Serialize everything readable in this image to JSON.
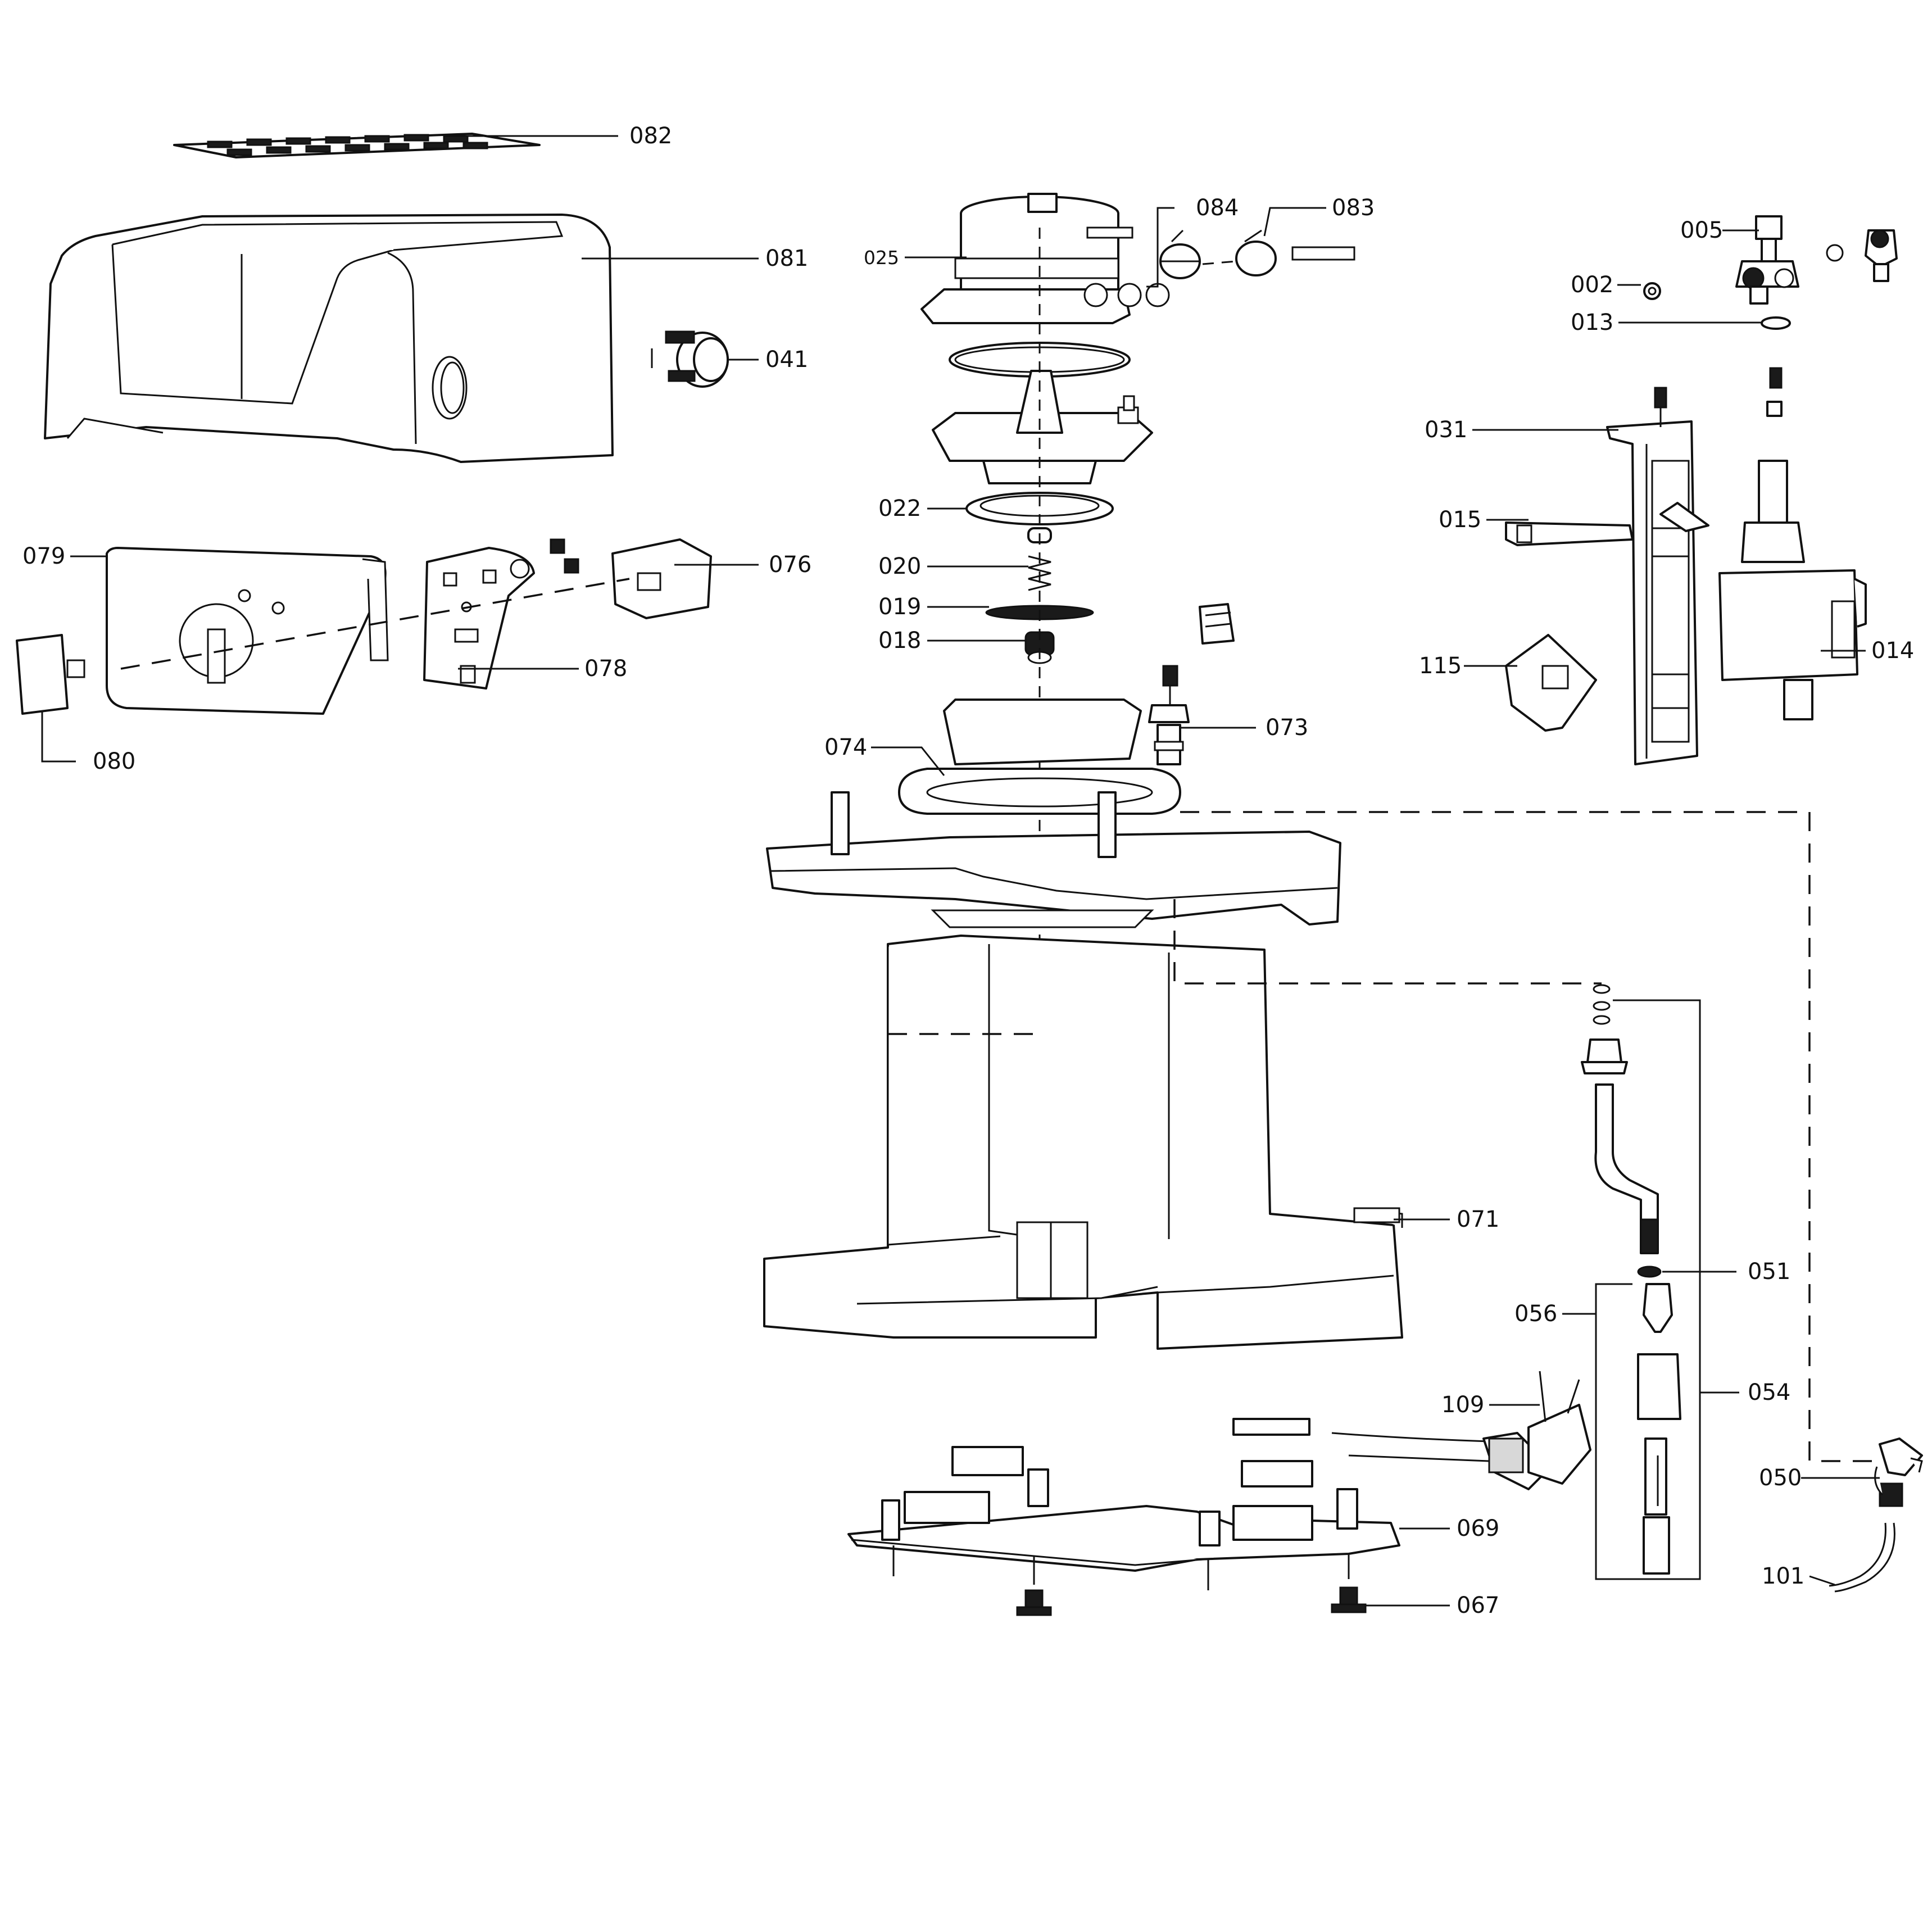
{
  "callouts": {
    "c082": "082",
    "c081": "081",
    "c041": "041",
    "c079": "079",
    "c076": "076",
    "c078": "078",
    "c080": "080",
    "c025": "025",
    "c084": "084",
    "c083": "083",
    "c022": "022",
    "c020": "020",
    "c019": "019",
    "c018": "018",
    "c074": "074",
    "c073": "073",
    "c071": "071",
    "c005": "005",
    "c002": "002",
    "c013": "013",
    "c031": "031",
    "c015": "015",
    "c115": "115",
    "c014": "014",
    "c051": "051",
    "c056": "056",
    "c054": "054",
    "c109": "109",
    "c050": "050",
    "c101": "101",
    "c069": "069",
    "c067": "067"
  }
}
